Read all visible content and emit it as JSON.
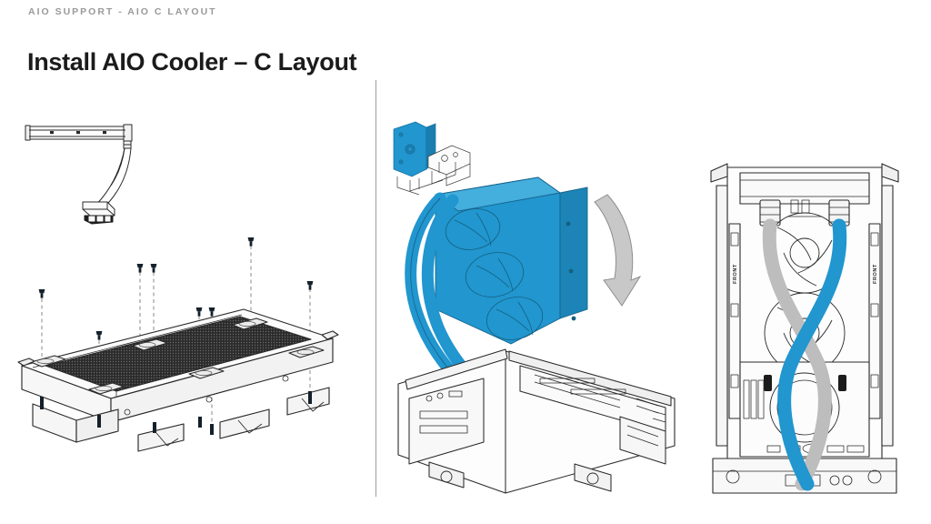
{
  "header": {
    "eyebrow": "AIO SUPPORT - AIO C LAYOUT",
    "title": "Install AIO Cooler – C Layout"
  },
  "colors": {
    "highlight_blue": "#2196cf",
    "highlight_blue_dark": "#1a7fb0",
    "tube_gray": "#bdbdbd",
    "line": "#2a2a2a",
    "eyebrow_text": "#9a9a9a",
    "title_text": "#1b1b1b",
    "divider": "#9b9b9b",
    "background": "#ffffff"
  },
  "figures": {
    "cooler_part": {
      "name": "aio-cooler-assembly-line-art",
      "caption": ""
    },
    "radiator": {
      "name": "radiator-with-mounting-screws",
      "screw_count": 8,
      "caption": ""
    },
    "inset": {
      "name": "bracket-detail-callout",
      "border_color": "#2196cf",
      "caption": ""
    },
    "case_tilt": {
      "name": "radiator-installed-into-case-angled-view",
      "arrow": "rotate-down-arrow",
      "caption": ""
    },
    "case_front": {
      "name": "case-front-view-tubes-routed",
      "labels": [
        "FRONT",
        "FRONT"
      ],
      "caption": ""
    }
  },
  "labels": {
    "front_left": "FRONT",
    "front_right": "FRONT"
  }
}
